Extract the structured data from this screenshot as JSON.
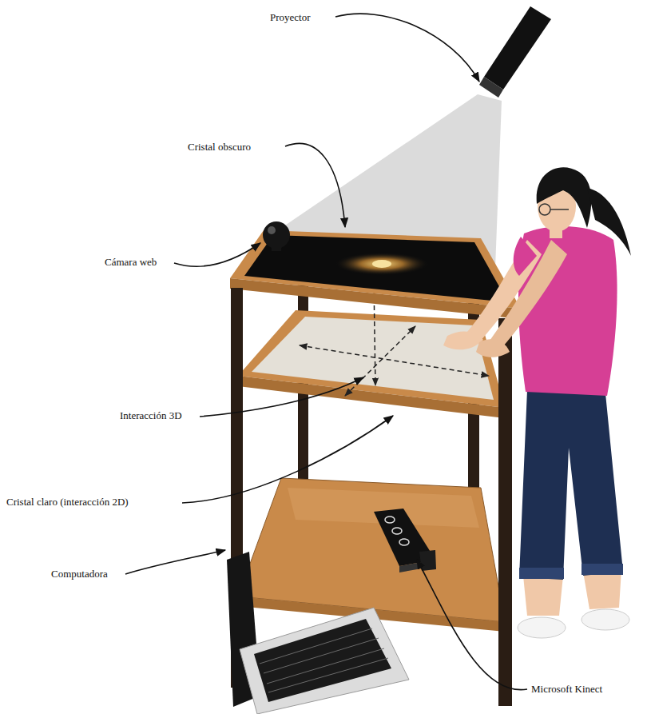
{
  "diagram": {
    "labels": [
      "Proyector",
      "Cristal obscuro",
      "Cámara web",
      "Interacción 3D",
      "Cristal claro (interacción 2D)",
      "Computadora",
      "Microsoft Kinect"
    ]
  }
}
